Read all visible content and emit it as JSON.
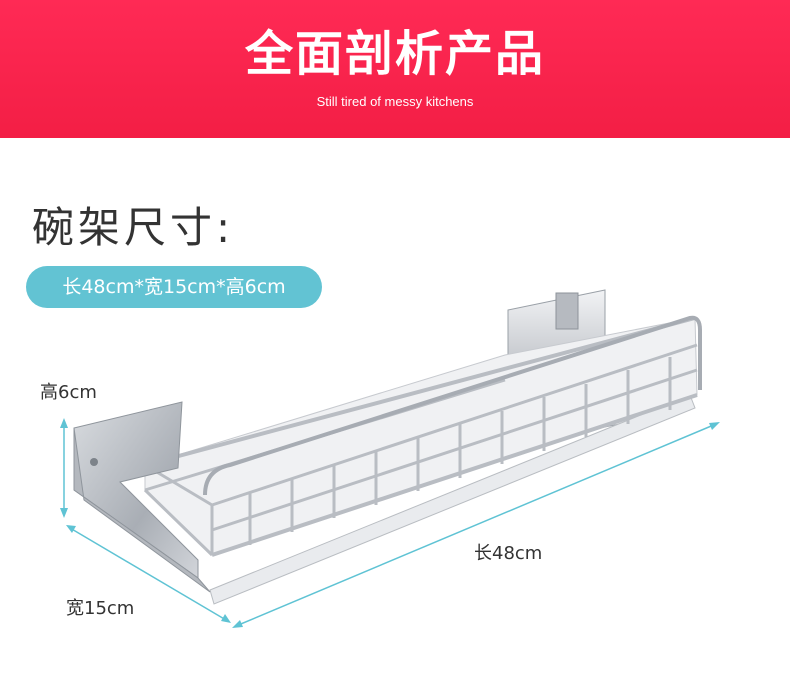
{
  "banner": {
    "title": "全面剖析产品",
    "subtitle": "Still tired of messy kitchens"
  },
  "section": {
    "title": "碗架尺寸:",
    "size_summary": "长48cm*宽15cm*高6cm"
  },
  "dimensions": {
    "height": "高6cm",
    "length": "长48cm",
    "width": "宽15cm"
  },
  "colors": {
    "banner": "#f31e45",
    "pill": "#62c3d3",
    "dimension_line": "#5fc3d4",
    "steel": "#c9ccd0"
  }
}
